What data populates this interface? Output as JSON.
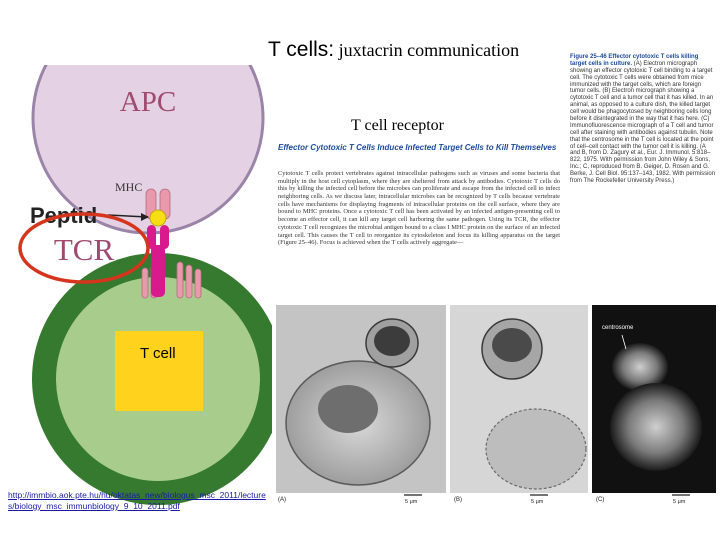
{
  "slide": {
    "title_bold": "T cells:",
    "title_rest": " juxtacrin communication"
  },
  "diagram": {
    "apc_label": "APC",
    "mhc_label": "MHC",
    "peptide_label": "Peptid",
    "tcr_label": "TCR",
    "tcell_label": "T cell",
    "receptor_label": "T cell receptor",
    "colors": {
      "apc_fill": "#e4d2e4",
      "apc_stroke": "#9a84a8",
      "tcell_ring": "#367a30",
      "tcell_fill": "#a8cc8c",
      "tcell_nucleus": "#ffd21e",
      "tcr_magenta": "#d81a8c",
      "mhc_pink": "#e89aac",
      "peptide_yellow": "#f5de12",
      "highlight_red": "#d4351c"
    }
  },
  "textbook": {
    "heading": "Effector Cytotoxic T Cells Induce Infected Target Cells to Kill Themselves",
    "body": "Cytotoxic T cells protect vertebrates against intracellular pathogens such as viruses and some bacteria that multiply in the host cell cytoplasm, where they are sheltered from attack by antibodies. Cytotoxic T cells do this by killing the infected cell before the microbes can proliferate and escape from the infected cell to infect neighboring cells. As we discuss later, intracellular microbes can be recognized by T cells because vertebrate cells have mechanisms for displaying fragments of intracellular proteins on the cell surface, where they are bound to MHC proteins. Once a cytotoxic T cell has been activated by an infected antigen-presenting cell to become an effector cell, it can kill any target cell harboring the same pathogen. Using its TCR, the effector cytotoxic T cell recognizes the microbial antigen bound to a class I MHC protein on the surface of an infected target cell. This causes the T cell to reorganize its cytoskeleton and focus its killing apparatus on the target (Figure 25–46). Focus is achieved when the T cells actively aggregate—"
  },
  "caption": {
    "head": "Figure 25–46 Effector cytotoxic T cells killing target cells in culture.",
    "body": "(A) Electron micrograph showing an effector cytotoxic T cell binding to a target cell. The cytotoxic T cells were obtained from mice immunized with the target cells, which are foreign tumor cells. (B) Electron micrograph showing a cytotoxic T cell and a tumor cell that it has killed. In an animal, as opposed to a culture dish, the killed target cell would be phagocytosed by neighboring cells long before it disintegrated in the way that it has here. (C) Immunofluorescence micrograph of a T cell and tumor cell after staining with antibodies against tubulin. Note that the centrosome in the T cell is located at the point of cell–cell contact with the tumor cell it is killing. (A and B, from D. Zagury et al., Eur. J. Immunol. 5:818–822, 1975. With permission from John Wiley & Sons, Inc.; C, reproduced from B. Geiger, D. Rosen and G. Berke, J. Cell Biol. 95:137–143, 1982. With permission from The Rockefeller University Press.)"
  },
  "micrographs": {
    "centrosome_label": "centrosome",
    "panel_a": "(A)",
    "panel_b": "(B)",
    "panel_c": "(C)",
    "scale_a": "5 μm",
    "scale_b": "5 μm",
    "scale_c": "5 μm"
  },
  "source": {
    "url": "http://immbio.aok.pte.hu/hu/oktatas_new/biologus_msc_2011/lectures/biology_msc_immunbiology_9_10_2011.pdf"
  }
}
